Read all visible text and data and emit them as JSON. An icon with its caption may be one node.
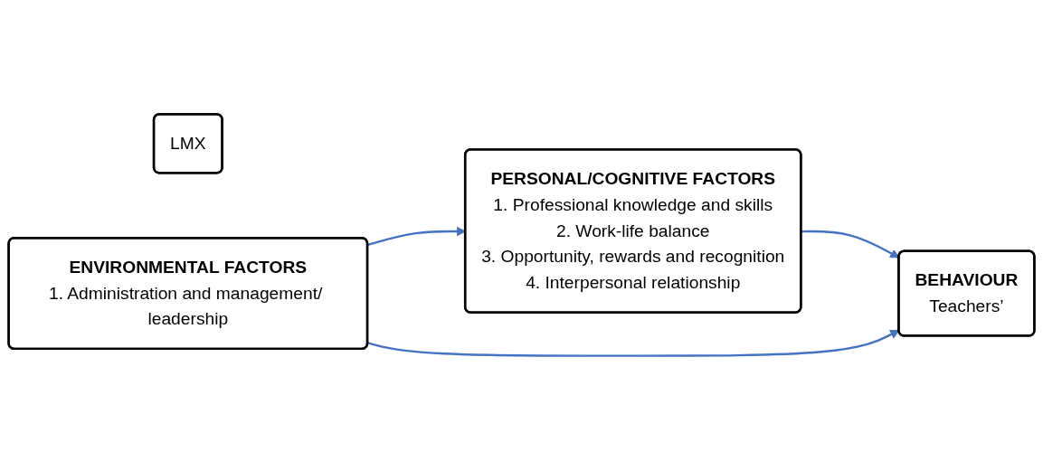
{
  "diagram": {
    "nodes": [
      {
        "text": [
          "LMX"
        ]
      },
      {
        "text": [
          "PERSONAL/COGNITIVE FACTORS",
          "1. Professional knowledge and skills",
          "2. Work-life balance",
          "3. Opportunity, rewards and recognition",
          "4. Interpersonal relationship"
        ]
      },
      {
        "text": [
          "ENVIRONMENTAL FACTORS",
          "1. Administration and management/ leadership"
        ]
      },
      {
        "text": [
          "BEHAVIOUR",
          "Teachers’"
        ]
      }
    ],
    "edges": [
      {
        "from": 2,
        "to": 1,
        "arrow": "to",
        "color": "#4472c4"
      },
      {
        "from": 1,
        "to": 3,
        "arrow": "to",
        "color": "#4472c4"
      },
      {
        "from": 2,
        "to": 3,
        "arrow": "to",
        "color": "#4472c4"
      }
    ]
  }
}
